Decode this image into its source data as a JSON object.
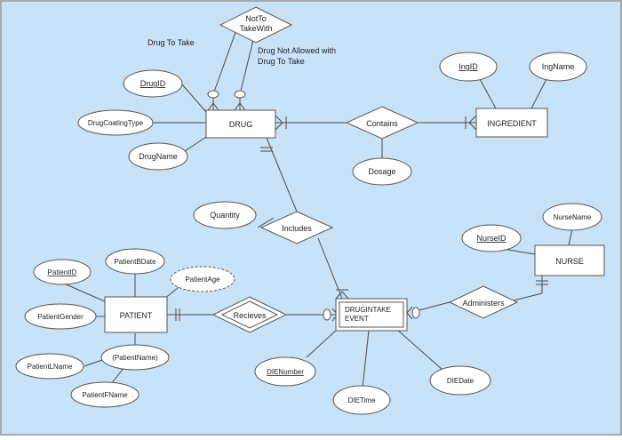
{
  "colors": {
    "background": "#c8e3f7",
    "border": "#a8a8a8",
    "shape_fill": "#ffffff",
    "line": "#4a4a4a"
  },
  "entities": {
    "drug": "DRUG",
    "ingredient": "INGREDIENT",
    "nurse": "NURSE",
    "patient": "PATIENT",
    "drugintake_event_line1": "DRUGINTAKE",
    "drugintake_event_line2": "EVENT"
  },
  "relationships": {
    "not_to_take_with_line1": "NotTo",
    "not_to_take_with_line2": "TakeWith",
    "contains": "Contains",
    "includes": "Includes",
    "administers": "Administers",
    "recieves": "Recieves"
  },
  "attributes": {
    "drug_id": "DrugID",
    "drug_coating_type": "DrugCoatingType",
    "drug_name": "DrugName",
    "ing_id": "IngID",
    "ing_name": "IngName",
    "dosage": "Dosage",
    "quantity": "Quantity",
    "nurse_id": "NurseID",
    "nurse_name": "NurseName",
    "patient_id": "PatientID",
    "patient_bdate": "PatientBDate",
    "patient_age": "PatientAge",
    "patient_gender": "PatientGender",
    "patient_name": "(PatientName)",
    "patient_lname": "PatientLName",
    "patient_fname": "PatientFName",
    "die_number": "DIENumber",
    "die_time": "DIETime",
    "die_date": "DIEDate"
  },
  "role_labels": {
    "drug_to_take": "Drug To Take",
    "drug_not_allowed_line1": "Drug Not Allowed with",
    "drug_not_allowed_line2": "Drug To Take"
  }
}
